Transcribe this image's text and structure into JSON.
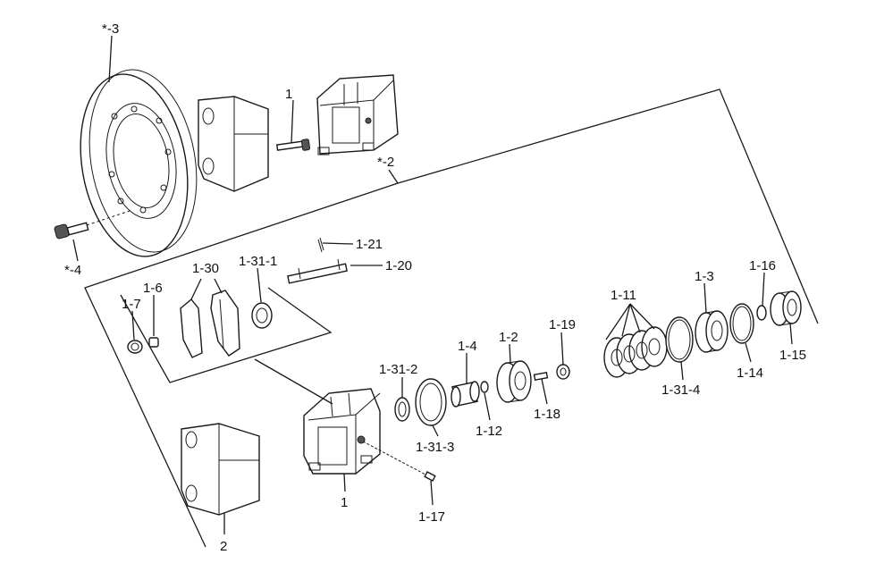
{
  "colors": {
    "line": "#1a1a1a",
    "background": "#ffffff"
  },
  "labels": {
    "l_3": "*-3",
    "l_1": "1",
    "l_2": "*-2",
    "l_4": "*-4",
    "l_1_21": "1-21",
    "l_1_20": "1-20",
    "l_1_31_1": "1-31-1",
    "l_1_30": "1-30",
    "l_1_6": "1-6",
    "l_1_7": "1-7",
    "l_1_11": "1-11",
    "l_1_3": "1-3",
    "l_1_16": "1-16",
    "l_1_15": "1-15",
    "l_1_14": "1-14",
    "l_1_31_4": "1-31-4",
    "l_1_19": "1-19",
    "l_1_2": "1-2",
    "l_1_4": "1-4",
    "l_1_31_2": "1-31-2",
    "l_1_18": "1-18",
    "l_1_12": "1-12",
    "l_1_31_3": "1-31-3",
    "l_1_17": "1-17",
    "l_2_pad": "2"
  }
}
